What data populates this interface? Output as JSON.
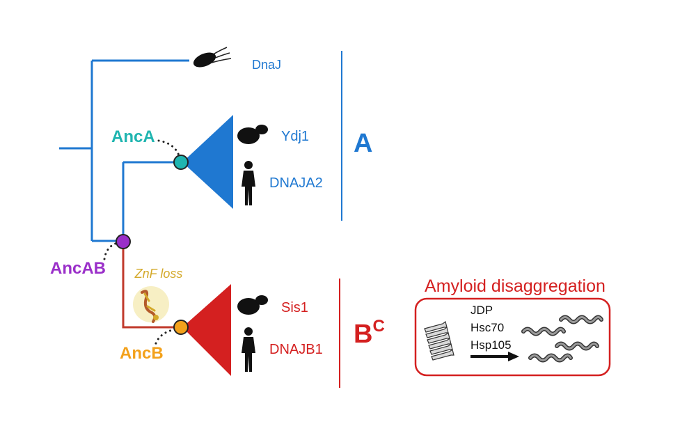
{
  "tree": {
    "taxa": {
      "dnaj": "DnaJ",
      "ydj1": "Ydj1",
      "dnaja2": "DNAJA2",
      "sis1": "Sis1",
      "dnajb1": "DNAJB1"
    },
    "nodes": {
      "anca": "AncA",
      "ancab": "AncAB",
      "ancb": "AncB"
    },
    "event": "ZnF loss",
    "clades": {
      "a": "A",
      "b": "B",
      "b_superscript": "C"
    }
  },
  "assay": {
    "title": "Amyloid disaggregation",
    "components": [
      "JDP",
      "Hsc70",
      "Hsp105"
    ]
  },
  "colors": {
    "clade_a": "#1f78d1",
    "clade_b": "#d42020",
    "anca": "#1fb5b0",
    "ancab": "#9a2fc9",
    "ancb": "#f3a11b",
    "znf": "#d4a92a"
  },
  "icons": [
    "bacterium-icon",
    "yeast-icon",
    "human-icon",
    "znf-domain-icon",
    "amyloid-fibril-icon",
    "monomer-icon",
    "arrow-icon"
  ]
}
